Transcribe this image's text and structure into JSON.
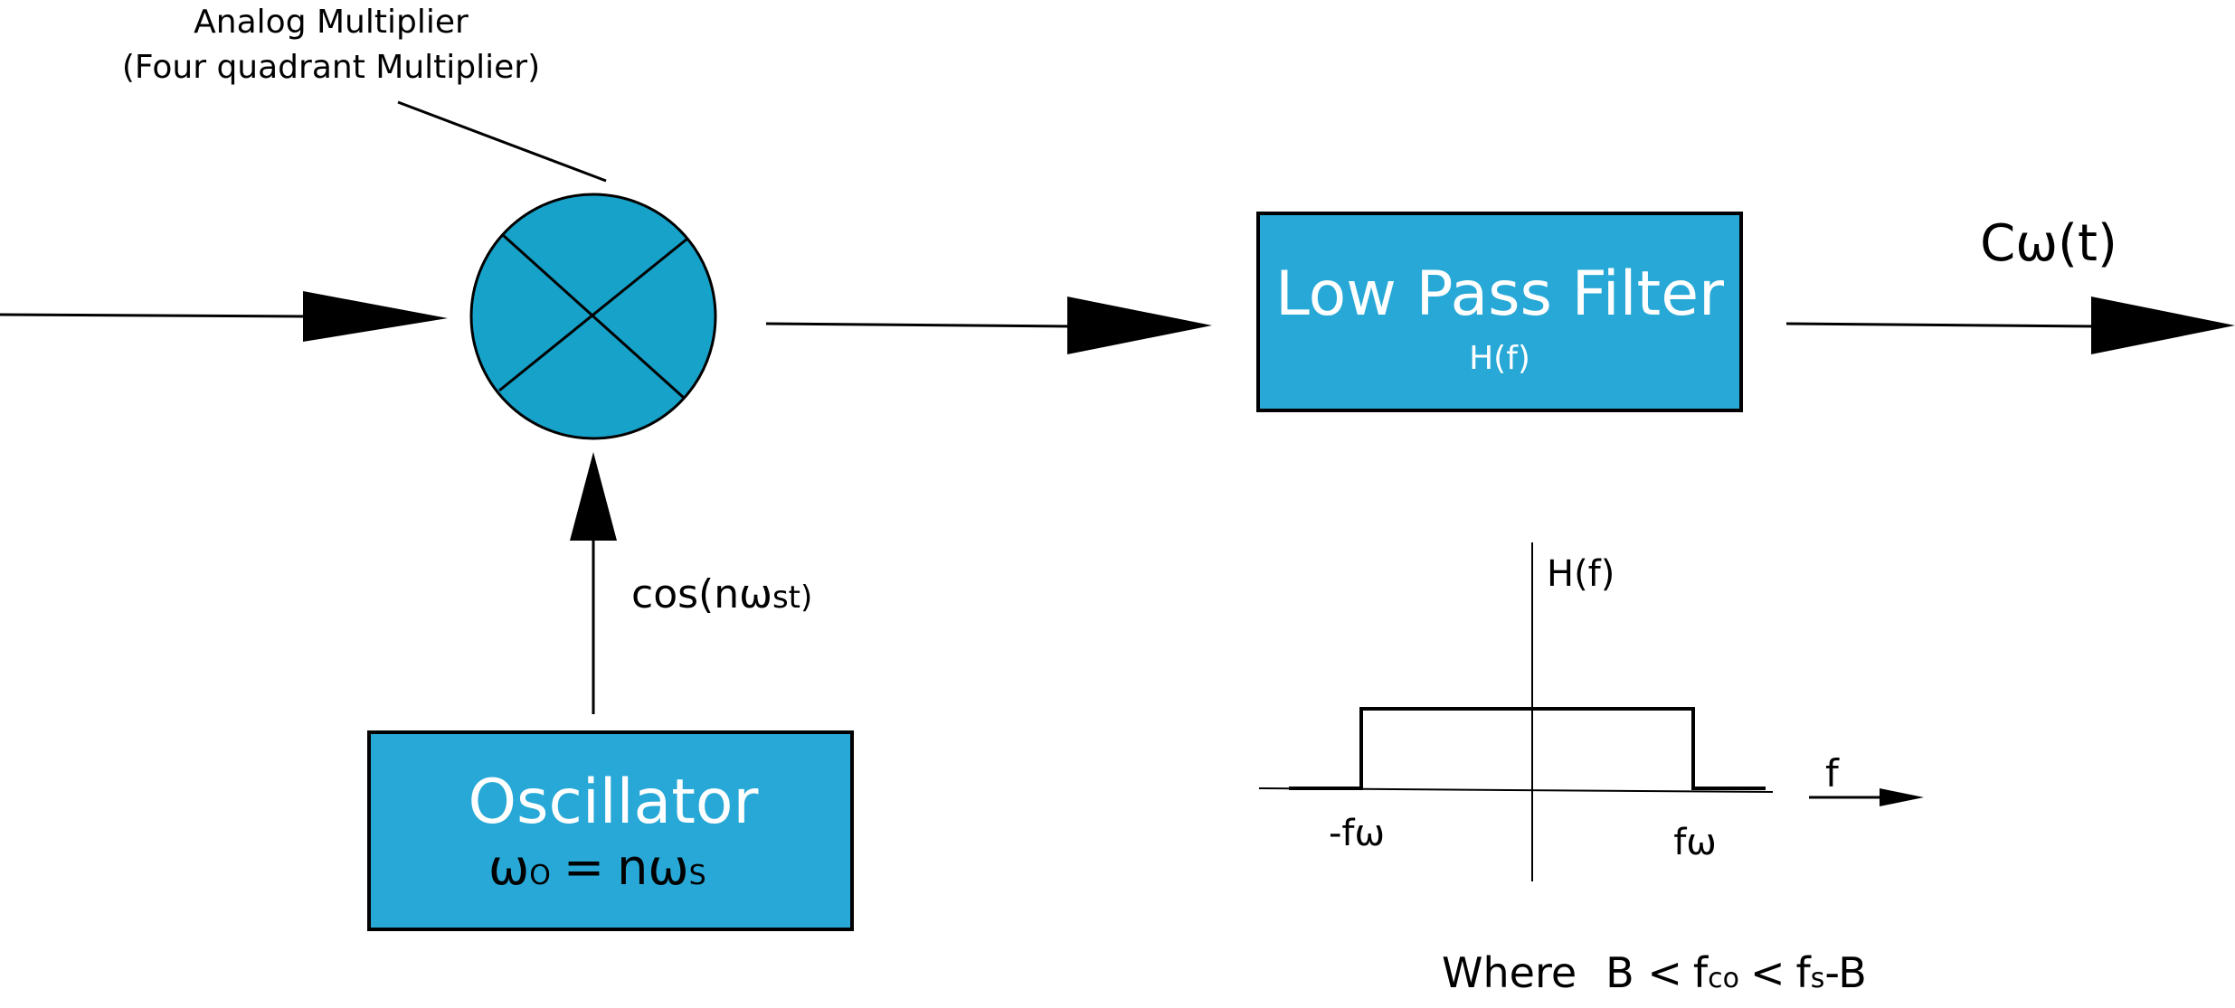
{
  "colors": {
    "block_fill": "#27a8d6",
    "multiplier_fill": "#17a2c9",
    "stroke": "#000000",
    "block_text": "#ffffff"
  },
  "multiplier": {
    "label_line1": "Analog Multiplier",
    "label_line2": "(Four quadrant Multiplier)",
    "icon": "multiply-icon"
  },
  "oscillator": {
    "title": "Oscillator",
    "eq_omega_o_main": "ω",
    "eq_omega_o_sub": "O",
    "eq_equals": "=",
    "eq_n_omega": "nω",
    "eq_s_sub": "S"
  },
  "oscillator_signal": {
    "main": "cos(nω",
    "sub": "st)"
  },
  "filter": {
    "title": "Low Pass Filter",
    "subtitle": "H(f)"
  },
  "output": {
    "label": "Cω(t)"
  },
  "response_plot": {
    "ylabel": "H(f)",
    "xlabel": "f",
    "neg_cutoff": "-fω",
    "pos_cutoff": "fω"
  },
  "condition": {
    "where": "Where",
    "b_lt": "B <",
    "f": "f",
    "co_sub": "co",
    "lt": "<",
    "f2": "f",
    "s_sub": "s",
    "minus_b": "-B"
  }
}
